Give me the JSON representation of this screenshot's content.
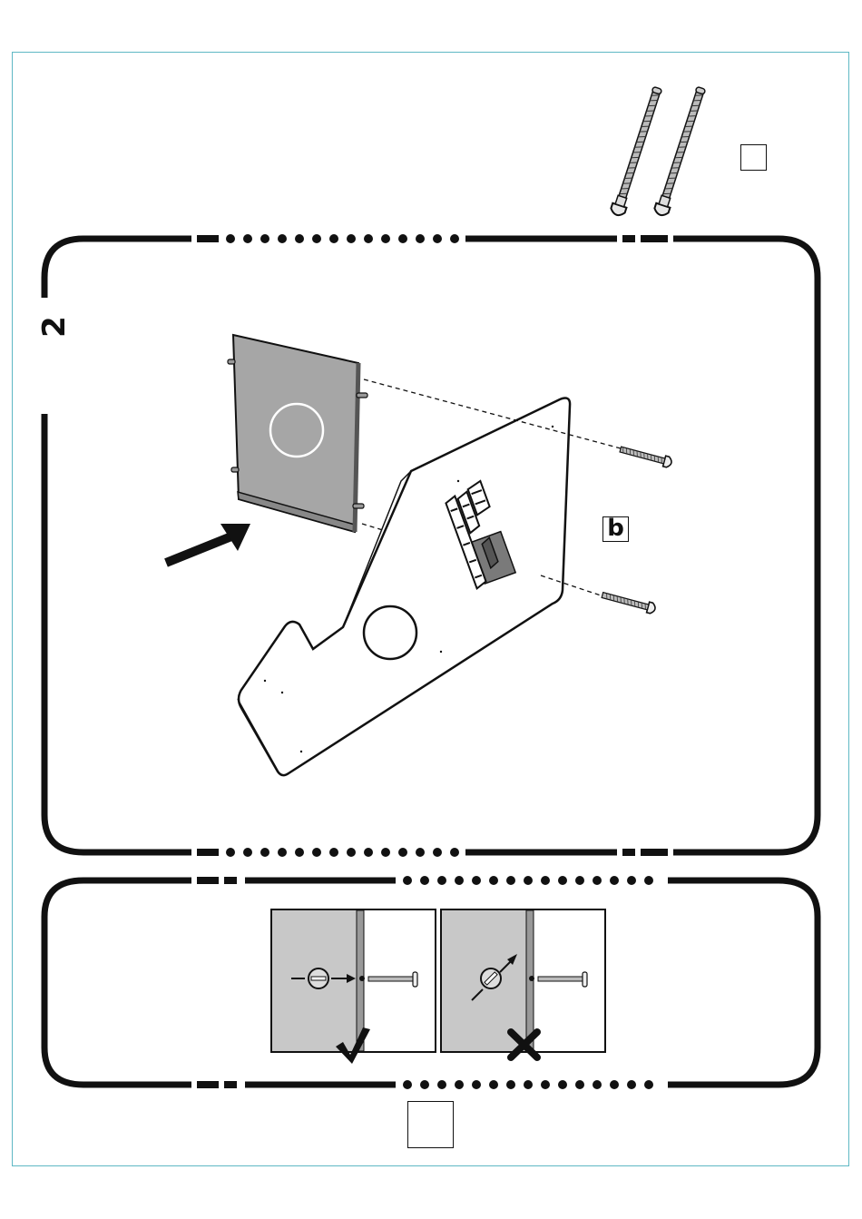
{
  "step": {
    "number": "2"
  },
  "hardware": {
    "part_label": "b",
    "quantity": ""
  },
  "page": {
    "number": ""
  },
  "tips": [
    {
      "name": "correct",
      "mark": "check-mark-icon"
    },
    {
      "name": "incorrect",
      "mark": "cross-mark-icon"
    }
  ]
}
